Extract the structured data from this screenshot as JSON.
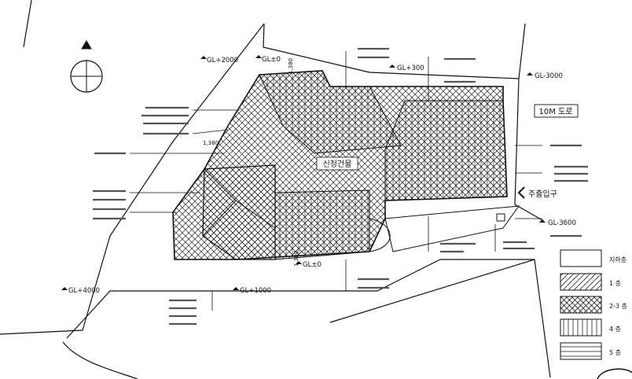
{
  "title": "신청건물",
  "road": "10M 도로",
  "entrance": "주출입구",
  "levels": {
    "gl_2000": "GL+2000",
    "gl_0_top": "GL±0",
    "gl_300": "GL+300",
    "gl_m3000": "GL-3000",
    "gl_m3600": "GL-3600",
    "gl_0_bottom": "GL±0",
    "gl_1000": "GL+1000",
    "gl_4000": "GL+4000"
  },
  "dimensions": {
    "d1380_top": "1,380",
    "d1380_left": "1,380",
    "d1380_bottom": "1,380"
  },
  "legend": [
    {
      "label": "지하층",
      "pattern": "empty"
    },
    {
      "label": "1 층",
      "pattern": "diag-single"
    },
    {
      "label": "2-3 층",
      "pattern": "diag-double"
    },
    {
      "label": "4 층",
      "pattern": "vertical"
    },
    {
      "label": "5 층",
      "pattern": "horizontal"
    }
  ],
  "colors": {
    "line": "#111111",
    "paper": "#ffffff"
  }
}
